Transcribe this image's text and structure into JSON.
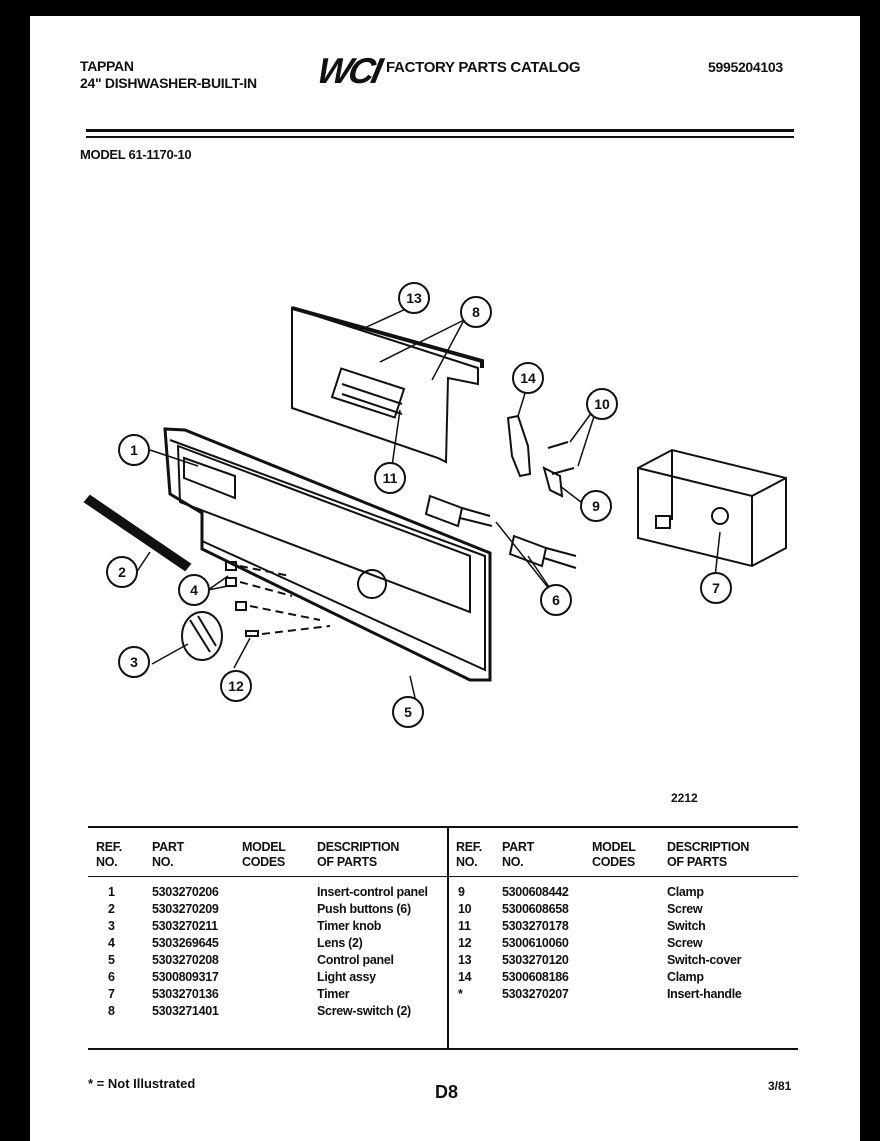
{
  "header": {
    "brand": "TAPPAN",
    "product": "24\" DISHWASHER-BUILT-IN",
    "logo": "WCI",
    "catalog_title": "FACTORY PARTS CATALOG",
    "doc_number": "5995204103",
    "model": "MODEL 61-1170-10"
  },
  "diagram": {
    "figure_number": "2212",
    "callouts": [
      "1",
      "2",
      "3",
      "4",
      "5",
      "6",
      "7",
      "8",
      "9",
      "10",
      "11",
      "12",
      "13",
      "14"
    ]
  },
  "table": {
    "headers": {
      "ref": [
        "REF.",
        "NO."
      ],
      "part": [
        "PART",
        "NO."
      ],
      "model": [
        "MODEL",
        "CODES"
      ],
      "desc": [
        "DESCRIPTION",
        "OF PARTS"
      ]
    },
    "left": [
      {
        "ref": "1",
        "part": "5303270206",
        "model": "",
        "desc": "Insert-control panel"
      },
      {
        "ref": "2",
        "part": "5303270209",
        "model": "",
        "desc": "Push buttons (6)"
      },
      {
        "ref": "3",
        "part": "5303270211",
        "model": "",
        "desc": "Timer knob"
      },
      {
        "ref": "4",
        "part": "5303269645",
        "model": "",
        "desc": "Lens (2)"
      },
      {
        "ref": "5",
        "part": "5303270208",
        "model": "",
        "desc": "Control panel"
      },
      {
        "ref": "6",
        "part": "5300809317",
        "model": "",
        "desc": "Light assy"
      },
      {
        "ref": "7",
        "part": "5303270136",
        "model": "",
        "desc": "Timer"
      },
      {
        "ref": "8",
        "part": "5303271401",
        "model": "",
        "desc": "Screw-switch (2)"
      }
    ],
    "right": [
      {
        "ref": "9",
        "part": "5300608442",
        "model": "",
        "desc": "Clamp"
      },
      {
        "ref": "10",
        "part": "5300608658",
        "model": "",
        "desc": "Screw"
      },
      {
        "ref": "11",
        "part": "5303270178",
        "model": "",
        "desc": "Switch"
      },
      {
        "ref": "12",
        "part": "5300610060",
        "model": "",
        "desc": "Screw"
      },
      {
        "ref": "13",
        "part": "5303270120",
        "model": "",
        "desc": "Switch-cover"
      },
      {
        "ref": "14",
        "part": "5300608186",
        "model": "",
        "desc": "Clamp"
      },
      {
        "ref": "*",
        "part": "5303270207",
        "model": "",
        "desc": "Insert-handle"
      }
    ]
  },
  "footer": {
    "footnote": "* = Not Illustrated",
    "page": "D8",
    "date": "3/81"
  }
}
